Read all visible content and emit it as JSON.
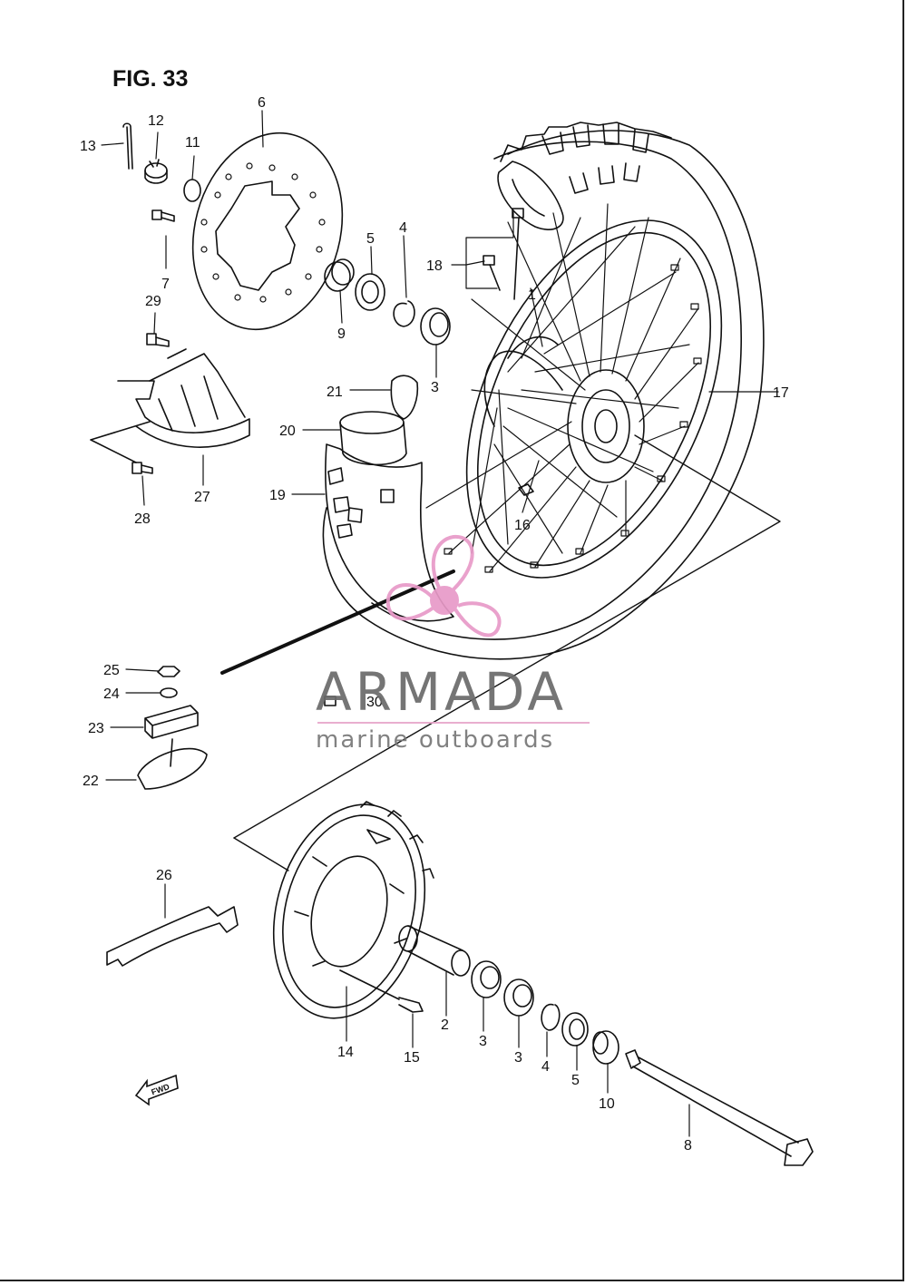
{
  "figure": {
    "title": "FIG. 33"
  },
  "callouts": {
    "c1": "1",
    "c2": "2",
    "c3a": "3",
    "c3b": "3",
    "c3c": "3",
    "c4a": "4",
    "c4b": "4",
    "c5a": "5",
    "c5b": "5",
    "c6": "6",
    "c7": "7",
    "c8": "8",
    "c9": "9",
    "c10": "10",
    "c11": "11",
    "c12": "12",
    "c13": "13",
    "c14": "14",
    "c15": "15",
    "c16": "16",
    "c17": "17",
    "c18": "18",
    "c19": "19",
    "c20": "20",
    "c21": "21",
    "c22": "22",
    "c23": "23",
    "c24": "24",
    "c25": "25",
    "c26": "26",
    "c27": "27",
    "c28": "28",
    "c29": "29",
    "c30": "30"
  },
  "watermark": {
    "name": "ARMADA",
    "tagline": "marine outboards",
    "logo_icon": "propeller-logo-icon",
    "logo_color": "#e89ac8"
  },
  "direction_marker": {
    "label": "FWD"
  },
  "colors": {
    "line": "#111111",
    "watermark_text": "#6a6a6a",
    "divider": "#e8a8cc"
  }
}
